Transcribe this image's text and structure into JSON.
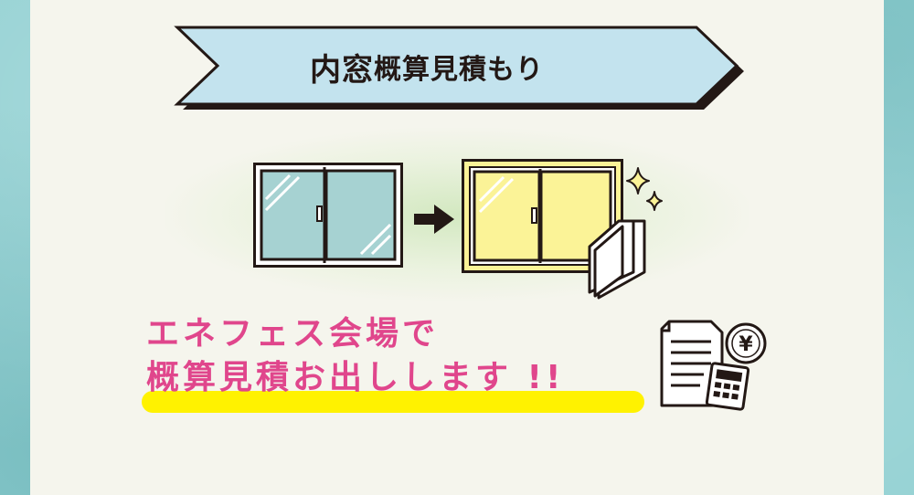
{
  "banner": {
    "title_main": "内窓",
    "title_sub": "概算見積もり",
    "fill_color": "#c3e3ee",
    "shadow_color": "#231815"
  },
  "illustration": {
    "before_icon": "double-sliding-window-icon",
    "arrow_icon": "right-arrow-icon",
    "after_icon": "window-with-inner-sash-icon",
    "sparkle_icon": "sparkle-icon",
    "before_glass_color": "#a6d2d2",
    "after_glass_color": "#fbf397"
  },
  "message": {
    "line1": "エネフェス会場で",
    "line2": "概算見積お出しします !!",
    "text_color": "#e0468c",
    "highlight_color": "#fff200"
  },
  "quote_icon": {
    "document": "document-icon",
    "yen_coin": "yen-coin-icon",
    "yen_symbol": "¥",
    "calculator": "calculator-icon"
  }
}
